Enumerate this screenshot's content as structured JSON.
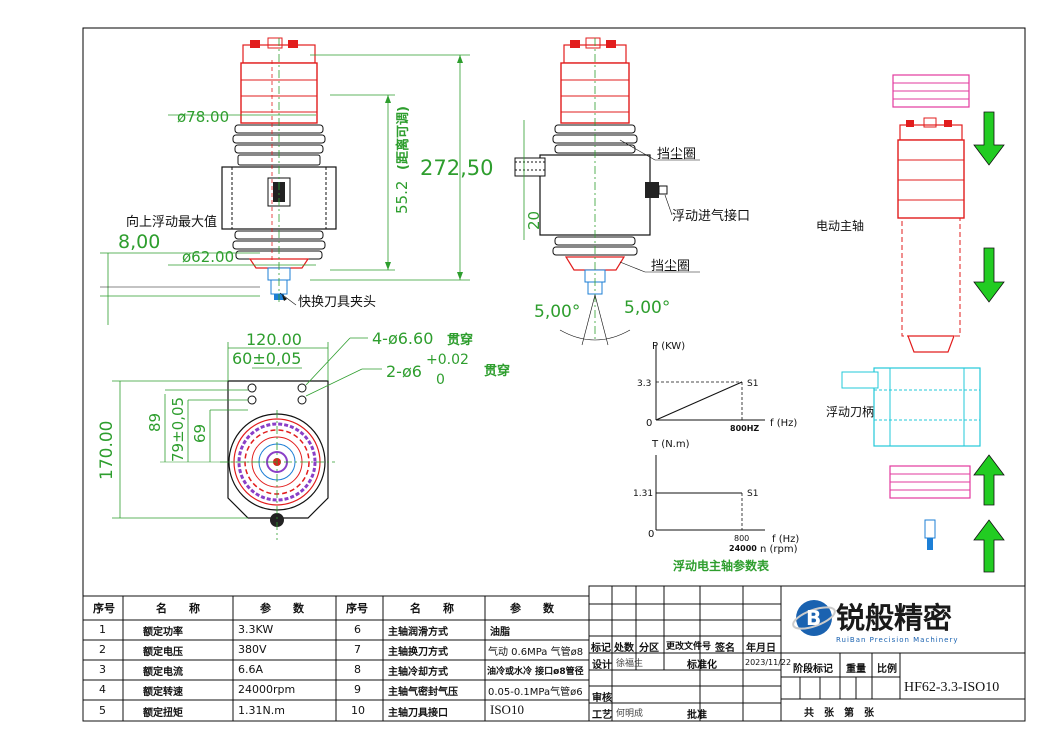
{
  "front_view": {
    "dim_dia78": "ø78.00",
    "dim_height": "272,50",
    "dim_stroke": "55.2",
    "stroke_note": "(距离可调)",
    "float_max_label": "向上浮动最大值",
    "dim_float": "8,00",
    "dim_dia62": "ø62.00",
    "chuck_label": "快换刀具夹头"
  },
  "side_view": {
    "dust_ring_top": "挡尘圈",
    "air_inlet": "浮动进气接口",
    "dust_ring_bottom": "挡尘圈",
    "dim_20": "20",
    "angle_left": "5,00°",
    "angle_right": "5,00°"
  },
  "bottom_view": {
    "dim_120": "120.00",
    "dim_60": "60±0,05",
    "hole_4": "4-ø6.60",
    "through_1": "贯穿",
    "hole_2": "2-ø6",
    "tol_upper": "+0.02",
    "tol_lower": "0",
    "through_2": "贯穿",
    "dim_170": "170.00",
    "dim_89": "89",
    "dim_79": "79±0,05",
    "dim_69": "69"
  },
  "exploded": {
    "motor_label": "电动主轴",
    "holder_label": "浮动刀柄"
  },
  "params_chart": {
    "p_axis": "P (KW)",
    "p_value": "3.3",
    "p_mark": "S1",
    "f_label_1": "f (Hz)",
    "f_tick_1": "800HZ",
    "t_axis": "T (N.m)",
    "t_value": "1.31",
    "t_mark": "S1",
    "f_label_2": "f (Hz)",
    "n_label": "n (rpm)",
    "f_tick_2": "800",
    "n_tick": "24000",
    "zero_1": "0",
    "zero_2": "0",
    "caption": "浮动电主轴参数表"
  },
  "chart_data": [
    {
      "type": "line",
      "title": "",
      "xlabel": "f (Hz)",
      "ylabel": "P (KW)",
      "x": [
        0,
        800
      ],
      "y": [
        0,
        3.3
      ],
      "series": [
        {
          "name": "S1",
          "x": [
            0,
            800
          ],
          "y": [
            0,
            3.3
          ]
        }
      ]
    },
    {
      "type": "line",
      "title": "",
      "xlabel": "f (Hz) / n (rpm)",
      "ylabel": "T (N.m)",
      "x": [
        0,
        800
      ],
      "y": [
        1.31,
        1.31
      ],
      "series": [
        {
          "name": "S1",
          "x": [
            0,
            800
          ],
          "y": [
            1.31,
            1.31
          ]
        }
      ]
    }
  ],
  "spec_table": {
    "headers": [
      "序号",
      "名　　称",
      "参　　数",
      "序号",
      "名　　称",
      "参　　数"
    ],
    "rows": [
      [
        "1",
        "额定功率",
        "3.3KW",
        "6",
        "主轴润滑方式",
        "油脂"
      ],
      [
        "2",
        "额定电压",
        "380V",
        "7",
        "主轴换刀方式",
        "气动 0.6MPa 气管ø8"
      ],
      [
        "3",
        "额定电流",
        "6.6A",
        "8",
        "主轴冷却方式",
        "油冷或水冷 接口ø8管径"
      ],
      [
        "4",
        "额定转速",
        "24000rpm",
        "9",
        "主轴气密封气压",
        "0.05-0.1MPa气管ø6"
      ],
      [
        "5",
        "额定扭矩",
        "1.31N.m",
        "10",
        "主轴刀具接口",
        "ISO10"
      ]
    ]
  },
  "title_block": {
    "revision_headers": [
      "标记",
      "处数",
      "分区",
      "更改文件号",
      "签名",
      "年月日"
    ],
    "design_label": "设计",
    "designer": "徐福生",
    "standardize_label": "标准化",
    "date": "2023/11/22",
    "review_label": "审核",
    "process_label": "工艺",
    "process_person": "何明成",
    "approve_label": "批准",
    "stage_label": "阶段标记",
    "weight_label": "重量",
    "scale_label": "比例",
    "sheets_label": "共　张　第　张",
    "drawing_no": "HF62-3.3-ISO10",
    "company_name": "锐般精密",
    "company_en": "RuiBan Precision Machinery",
    "logo_letter": "B"
  }
}
